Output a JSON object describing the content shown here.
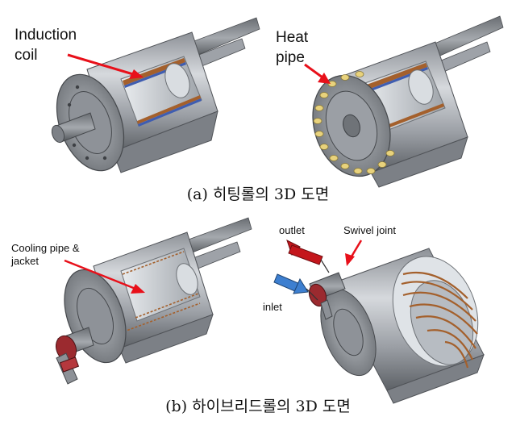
{
  "panel_a": {
    "labels": {
      "induction_coil_line1": "Induction",
      "induction_coil_line2": "coil",
      "heat_pipe_line1": "Heat",
      "heat_pipe_line2": "pipe"
    },
    "caption": "(a) 히팅롤의 3D 도면"
  },
  "panel_b": {
    "labels": {
      "cooling_line1": "Cooling pipe &",
      "cooling_line2": "jacket",
      "outlet": "outlet",
      "swivel_joint": "Swivel joint",
      "inlet": "inlet"
    },
    "caption": "(b) 하이브리드롤의 3D 도면"
  },
  "colors": {
    "arrow_red": "#e8101a",
    "steel_dark": "#6f7378",
    "steel_light": "#c9cdd2",
    "coil_brown": "#a4602c",
    "coil_blue": "#3f5db0",
    "heatpipe_yellow": "#e8d27c",
    "inlet_blue": "#3d7fd0",
    "outlet_red": "#c4161c"
  }
}
